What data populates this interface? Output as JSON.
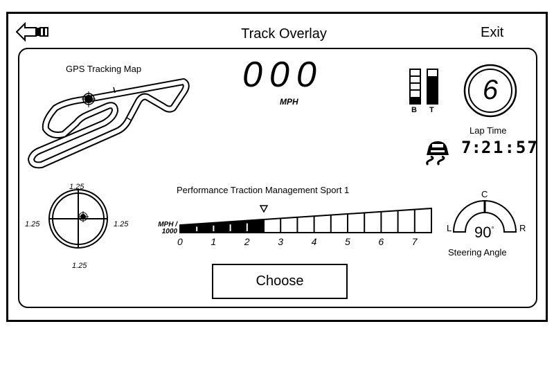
{
  "header": {
    "title": "Track Overlay",
    "exit_label": "Exit",
    "back_icon": "back-arrow-icon"
  },
  "gps": {
    "title": "GPS Tracking Map"
  },
  "speed": {
    "value": "000",
    "unit": "MPH"
  },
  "bars": {
    "brake_label": "B",
    "throttle_label": "T",
    "brake_level": 0.2,
    "throttle_level": 0.8
  },
  "gear": {
    "value": "6"
  },
  "lap": {
    "title": "Lap Time",
    "time1": "7:2",
    "time2": "1:57"
  },
  "gforce": {
    "top": "1.25",
    "left": "1.25",
    "right": "1.25",
    "bottom": "1.25"
  },
  "traction": {
    "title": "Performance Traction Management Sport 1",
    "unit_top": "MPH /",
    "unit_bottom": "1000",
    "ticks": [
      "0",
      "1",
      "2",
      "3",
      "4",
      "5",
      "6",
      "7"
    ],
    "value": 2.5,
    "max": 7.5
  },
  "steering": {
    "c": "C",
    "l": "L",
    "r": "R",
    "value": "90",
    "degree": "°",
    "title": "Steering Angle"
  },
  "choose_label": "Choose"
}
